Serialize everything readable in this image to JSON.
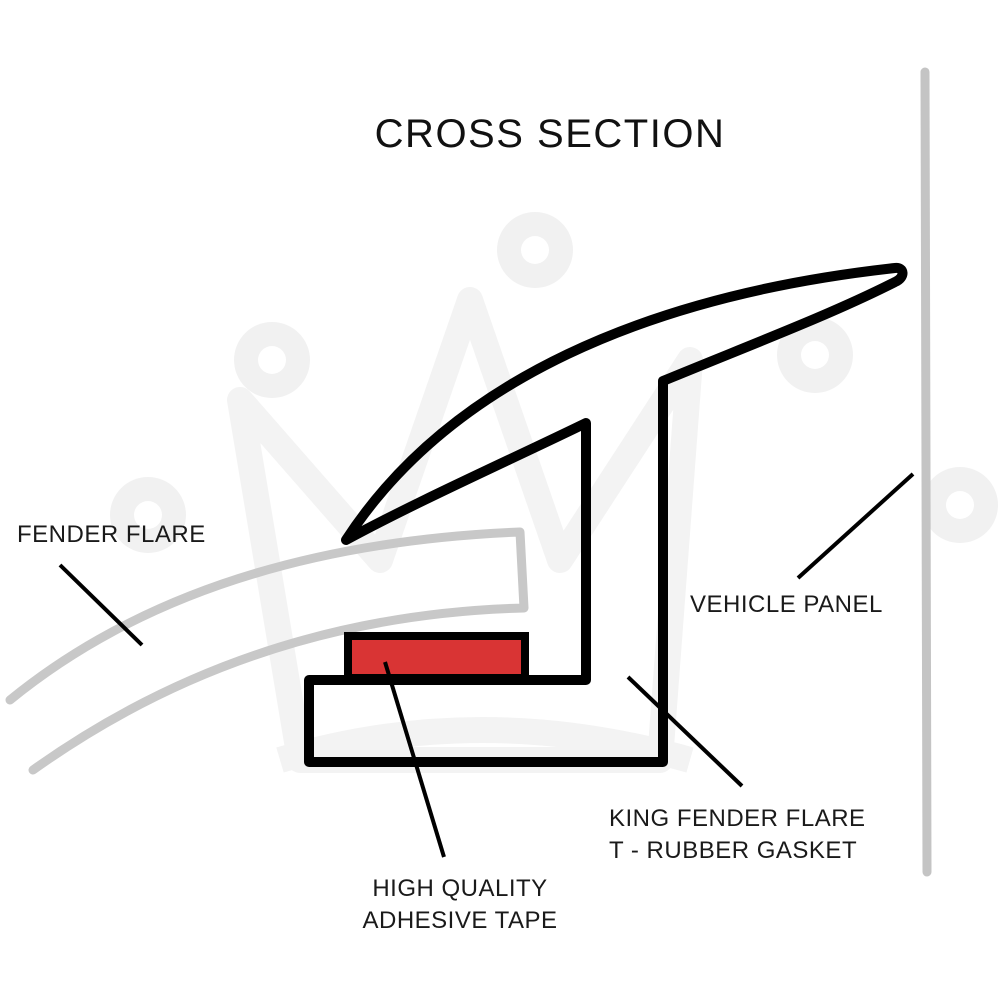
{
  "title": "CROSS SECTION",
  "labels": {
    "fender_flare": "FENDER FLARE",
    "vehicle_panel": "VEHICLE PANEL",
    "gasket_line1": "KING FENDER FLARE",
    "gasket_line2": "T - RUBBER GASKET",
    "tape_line1": "HIGH QUALITY",
    "tape_line2": "ADHESIVE TAPE"
  },
  "colors": {
    "outline": "#000000",
    "tape_fill": "#d93434",
    "fender_stroke": "#c8c8c8",
    "panel_stroke": "#c4c4c4",
    "watermark": "#f1f1f1"
  }
}
